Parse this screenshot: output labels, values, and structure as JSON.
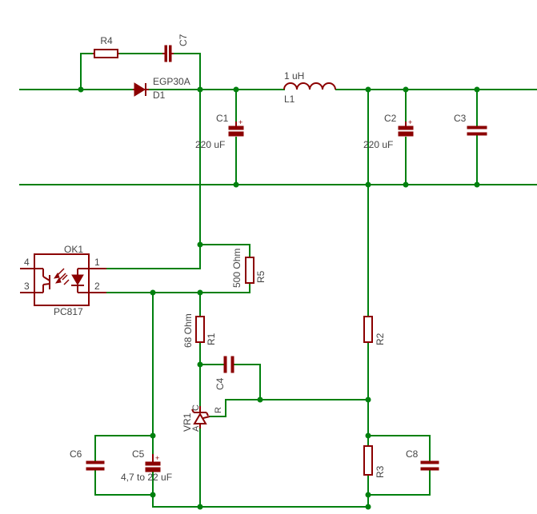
{
  "components": {
    "r4": {
      "name": "R4"
    },
    "c7": {
      "name": "C7"
    },
    "d1": {
      "name": "D1",
      "value": "EGP30A"
    },
    "l1": {
      "name": "L1",
      "value": "1 uH"
    },
    "c1": {
      "name": "C1",
      "value": "220 uF"
    },
    "c2": {
      "name": "C2",
      "value": "220 uF"
    },
    "c3": {
      "name": "C3"
    },
    "ok1": {
      "name": "OK1",
      "value": "PC817",
      "pins": [
        "4",
        "3",
        "1",
        "2"
      ]
    },
    "r5": {
      "name": "R5",
      "value": "500 Ohm"
    },
    "r1": {
      "name": "R1",
      "value": "68 Ohm"
    },
    "r2": {
      "name": "R2"
    },
    "c4": {
      "name": "C4"
    },
    "vr1": {
      "name": "VR1",
      "pin_a": "A",
      "pin_c": "C",
      "pin_r": "R"
    },
    "c6": {
      "name": "C6"
    },
    "c5": {
      "name": "C5",
      "value": "4,7 to 22 uF"
    },
    "r3": {
      "name": "R3"
    },
    "c8": {
      "name": "C8"
    }
  },
  "colors": {
    "wire": "#00800e",
    "part": "#8b0000",
    "text": "#444444"
  }
}
